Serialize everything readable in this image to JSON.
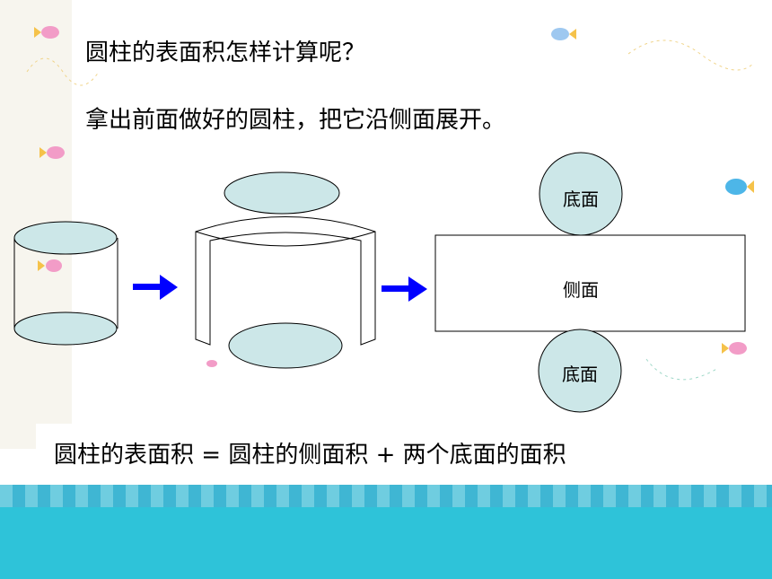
{
  "question": "圆柱的表面积怎样计算呢？",
  "instruction": "拿出前面做好的圆柱，把它沿侧面展开。",
  "net_labels": {
    "top_base": "底面",
    "side": "侧面",
    "bottom_base": "底面"
  },
  "formula": "圆柱的表面积 = 圆柱的侧面积 + 两个底面的面积",
  "colors": {
    "ellipse_fill": "#cce7e8",
    "arrow": "#0000ff",
    "sea": "#2ec3d9"
  },
  "icons": [
    "fish-icon",
    "arrow-right-icon"
  ]
}
